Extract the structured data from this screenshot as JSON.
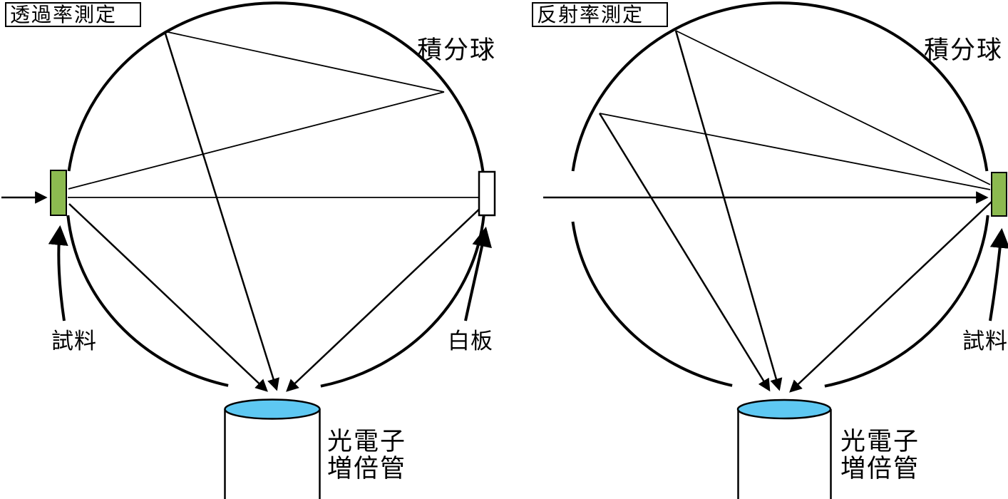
{
  "panels": [
    {
      "title": "透過率測定",
      "sphere_label": "積分球",
      "sample_label": "試料",
      "white_board_label": "白板",
      "detector_label_line1": "光電子",
      "detector_label_line2": "増倍管"
    },
    {
      "title": "反射率測定",
      "sphere_label": "積分球",
      "sample_label": "試料",
      "detector_label_line1": "光電子",
      "detector_label_line2": "増倍管"
    }
  ],
  "colors": {
    "sample_fill": "#8CBA50",
    "sample_stroke": "#000000",
    "white_board_fill": "#FFFFFF",
    "detector_window_fill": "#5EC8F2",
    "line": "#000000",
    "background": "#FFFFFF"
  }
}
